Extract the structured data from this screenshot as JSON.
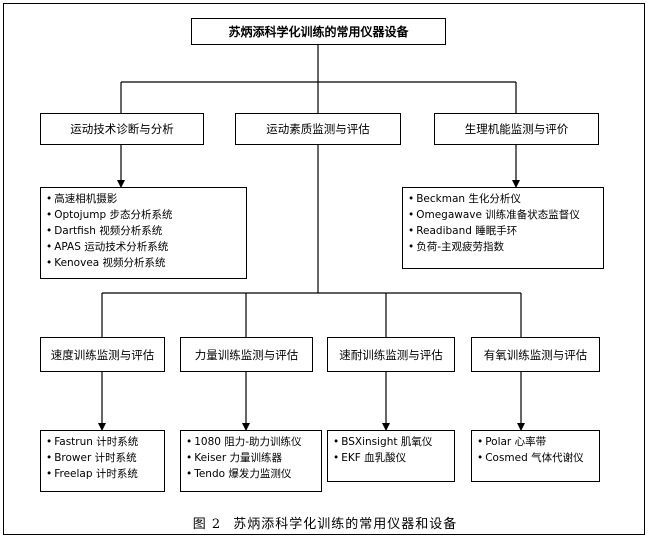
{
  "root": "苏炳添科学化训练的常用仪器设备",
  "top_categories": [
    {
      "label": "运动技术诊断与分析"
    },
    {
      "label": "运动素质监测与评估"
    },
    {
      "label": "生理机能监测与评价"
    }
  ],
  "technique_items": [
    "高速相机摄影",
    "Optojump 步态分析系统",
    "Dartfish 视频分析系统",
    "APAS 运动技术分析系统",
    "Kenovea 视频分析系统"
  ],
  "physio_items": [
    "Beckman 生化分析仪",
    "Omegawave 训练准备状态监督仪",
    "Readiband 睡眠手环",
    "负荷-主观疲劳指数"
  ],
  "quality_categories": [
    {
      "label": "速度训练监测与评估",
      "items": [
        "Fastrun 计时系统",
        "Brower 计时系统",
        "Freelap 计时系统"
      ]
    },
    {
      "label": "力量训练监测与评估",
      "items": [
        "1080 阻力-助力训练仪",
        "Keiser 力量训练器",
        "Tendo 爆发力监测仪"
      ]
    },
    {
      "label": "速耐训练监测与评估",
      "items": [
        "BSXinsight 肌氧仪",
        "EKF 血乳酸仪"
      ]
    },
    {
      "label": "有氧训练监测与评估",
      "items": [
        "Polar 心率带",
        "Cosmed 气体代谢仪"
      ]
    }
  ],
  "caption": {
    "figure": "图 2",
    "title": "苏炳添科学化训练的常用仪器和设备"
  }
}
